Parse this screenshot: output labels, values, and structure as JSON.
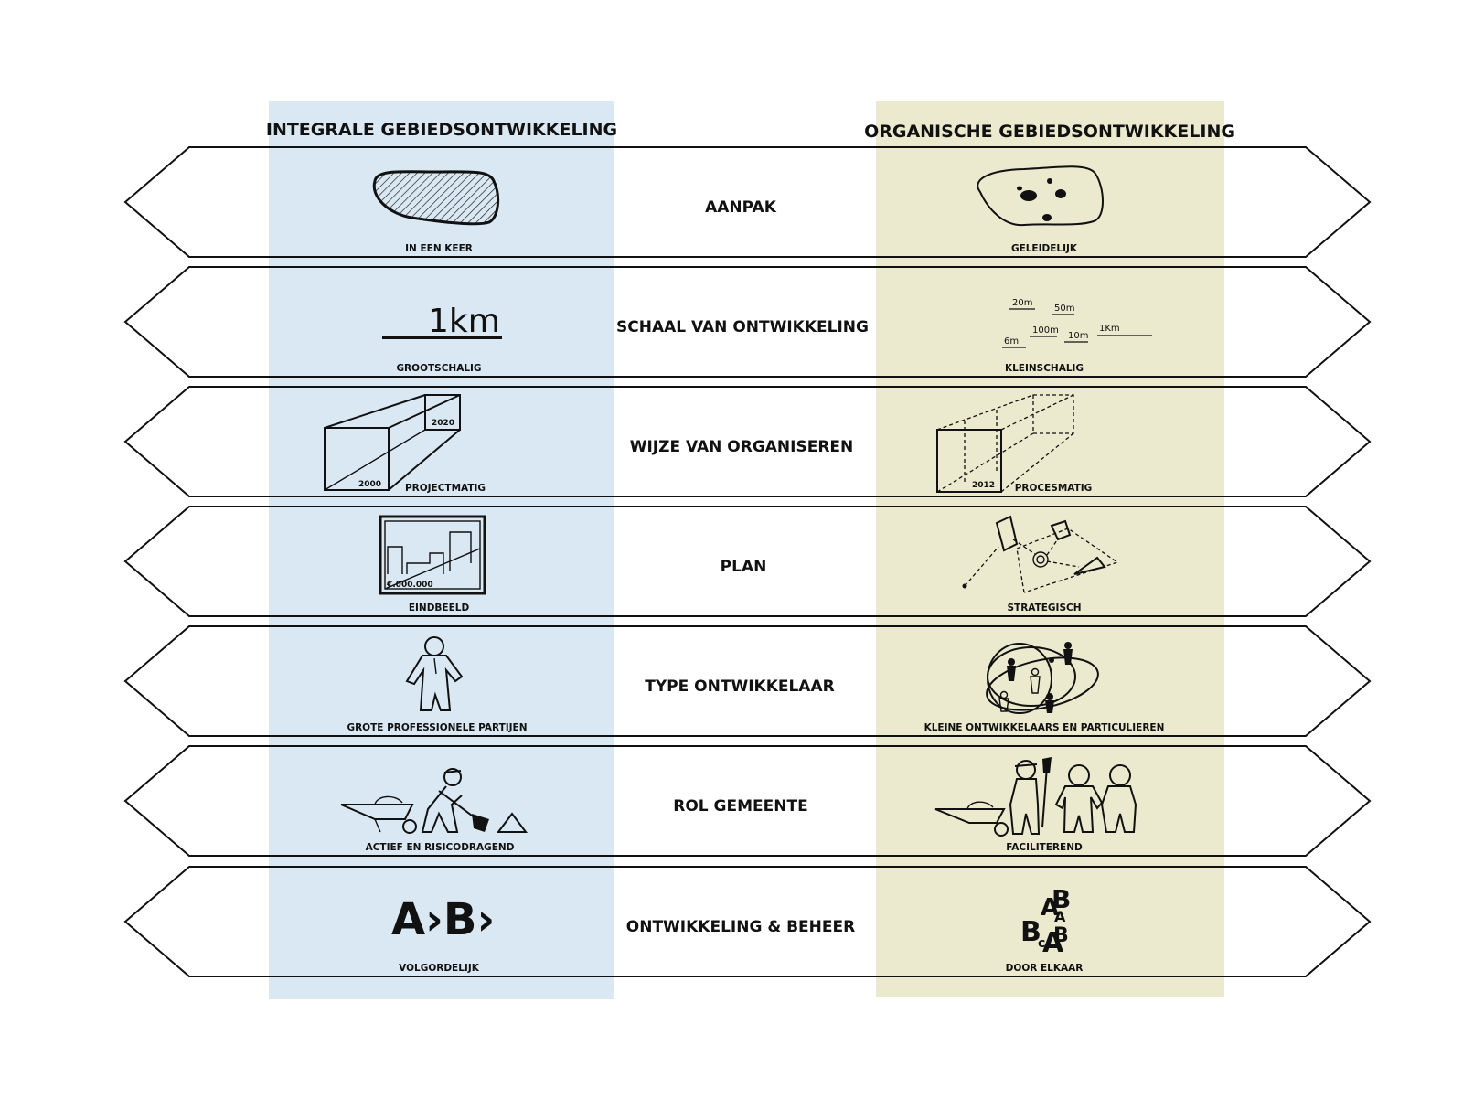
{
  "colors": {
    "left_column": "#d9e8f2",
    "right_column": "#ebe9ce",
    "stroke": "#111111"
  },
  "columns": {
    "left_title": "INTEGRALE GEBIEDSONTWIKKELING",
    "right_title": "ORGANISCHE GEBIEDSONTWIKKELING"
  },
  "rows": [
    {
      "title": "AANPAK",
      "left_caption": "IN EEN KEER",
      "right_caption": "GELEIDELIJK"
    },
    {
      "title": "SCHAAL VAN ONTWIKKELING",
      "left_caption": "GROOTSCHALIG",
      "right_caption": "KLEINSCHALIG"
    },
    {
      "title": "WIJZE VAN ORGANISEREN",
      "left_caption": "PROJECTMATIG",
      "right_caption": "PROCESMATIG"
    },
    {
      "title": "PLAN",
      "left_caption": "EINDBEELD",
      "right_caption": "STRATEGISCH"
    },
    {
      "title": "TYPE  ONTWIKKELAAR",
      "left_caption": "GROTE PROFESSIONELE PARTIJEN",
      "right_caption": "KLEINE ONTWIKKELAARS EN PARTICULIEREN"
    },
    {
      "title": "ROL  GEMEENTE",
      "left_caption": "ACTIEF EN RISICODRAGEND",
      "right_caption": "FACILITEREND"
    },
    {
      "title": "ONTWIKKELING & BEHEER",
      "left_caption": "VOLGORDELIJK",
      "right_caption": "DOOR ELKAAR"
    }
  ],
  "icons": {
    "scale_left": "1km",
    "scale_right": [
      "20m",
      "50m",
      "100m",
      "10m",
      "1Km",
      "6m"
    ],
    "box_left_start": "2000",
    "box_left_end": "2020",
    "box_right_start": "2012",
    "plan_budget": "€.000.000",
    "sequence_left": "A›B›",
    "mixed_letters": [
      "A",
      "B",
      "A",
      "B",
      "c",
      "A",
      "B"
    ]
  }
}
